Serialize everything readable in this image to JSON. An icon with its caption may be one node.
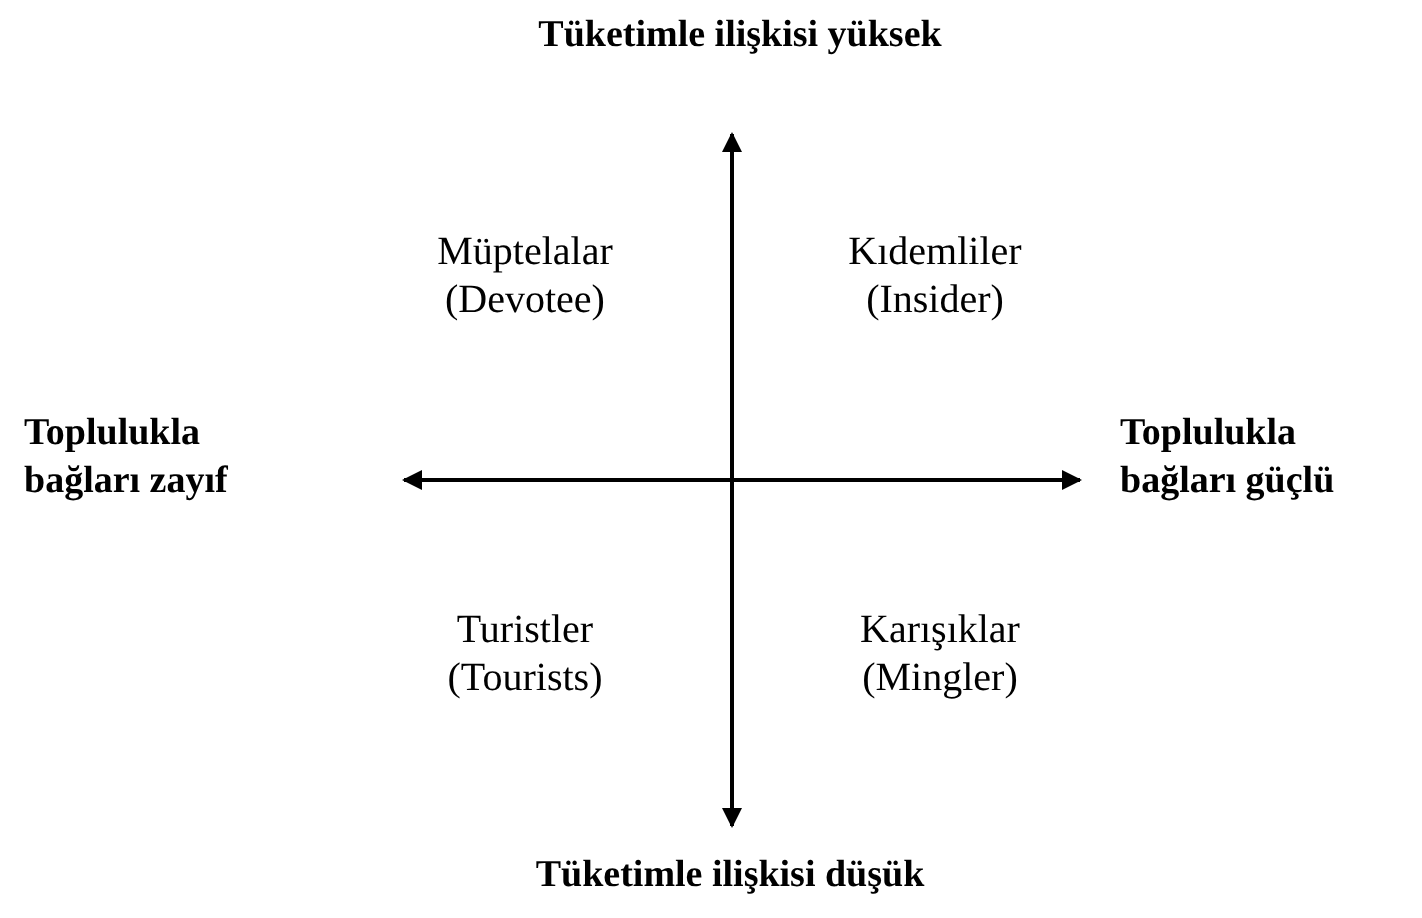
{
  "diagram": {
    "labels": [
      "Tüketimle ilişkisi yüksek",
      "Müptelalar (Devotee)",
      "Kıdemliler (Insider)",
      "Toplulukla bağları zayıf",
      "Toplulukla bağları güçlü",
      "Turistler (Tourists)",
      "Karışıklar (Mingler)",
      "Tüketimle ilişkisi düşük"
    ]
  }
}
